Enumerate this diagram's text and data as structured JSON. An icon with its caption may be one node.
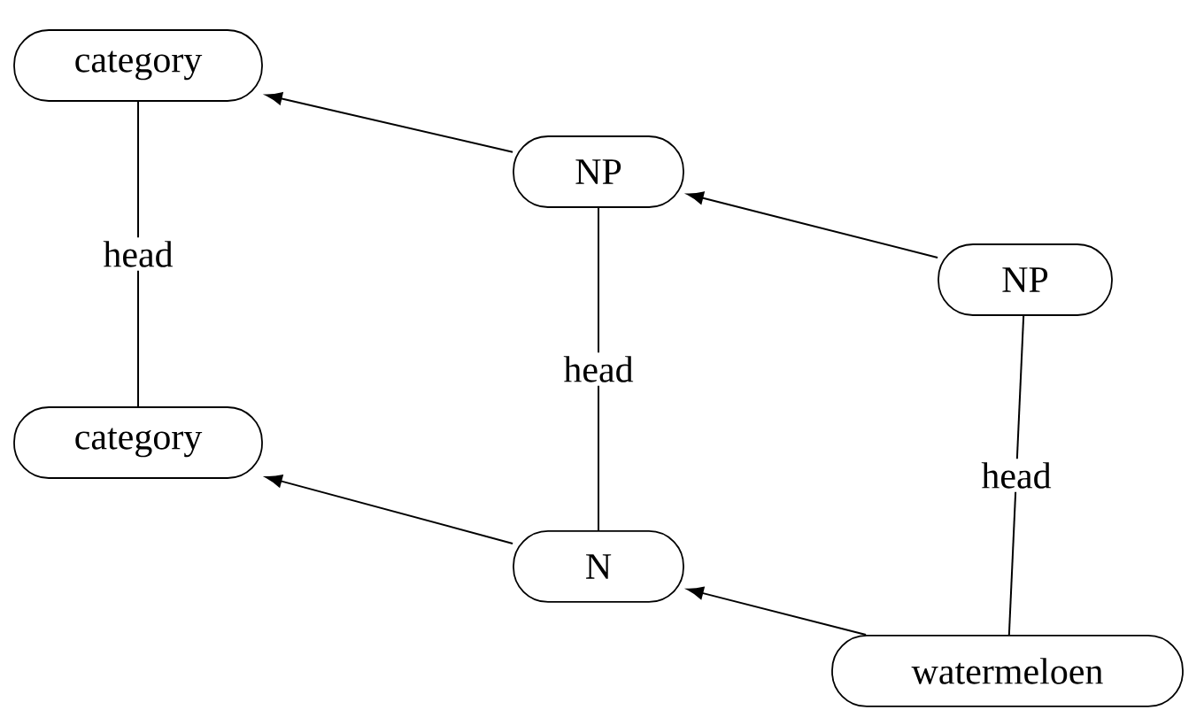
{
  "diagram": {
    "nodes": [
      {
        "text": [
          "category"
        ]
      },
      {
        "text": [
          "NP"
        ]
      },
      {
        "text": [
          "NP"
        ]
      },
      {
        "text": [
          "category"
        ]
      },
      {
        "text": [
          "N"
        ]
      },
      {
        "text": [
          "watermeloen"
        ]
      }
    ],
    "edges": [
      {
        "from": 1,
        "to": 0,
        "arrow": "to"
      },
      {
        "from": 2,
        "to": 1,
        "arrow": "to"
      },
      {
        "from": 4,
        "to": 3,
        "arrow": "to"
      },
      {
        "from": 5,
        "to": 4,
        "arrow": "to"
      },
      {
        "from": 0,
        "to": 3,
        "arrow": "none",
        "label": "head"
      },
      {
        "from": 1,
        "to": 4,
        "arrow": "none",
        "label": "head"
      },
      {
        "from": 2,
        "to": 5,
        "arrow": "none",
        "label": "head"
      }
    ]
  }
}
